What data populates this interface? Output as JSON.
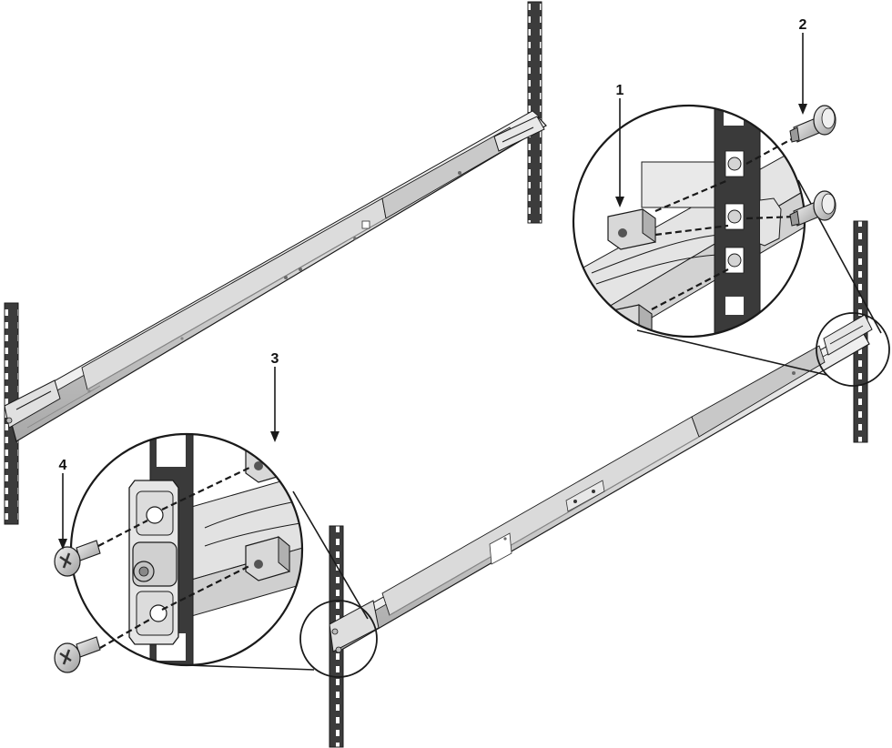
{
  "callouts": [
    {
      "id": "1",
      "label": "1"
    },
    {
      "id": "2",
      "label": "2"
    },
    {
      "id": "3",
      "label": "3"
    },
    {
      "id": "4",
      "label": "4"
    }
  ],
  "colors": {
    "post": "#3c3c3c",
    "post_slot": "#ffffff",
    "rail_light": "#e6e6e6",
    "rail_mid": "#cfcfcf",
    "rail_dark": "#9a9a9a",
    "outline": "#1a1a1a",
    "pin": "#d9d9d9"
  },
  "icons": [
    "rack-post",
    "slide-rail",
    "magnifier-circle",
    "cage-nut",
    "screw",
    "arrow"
  ]
}
